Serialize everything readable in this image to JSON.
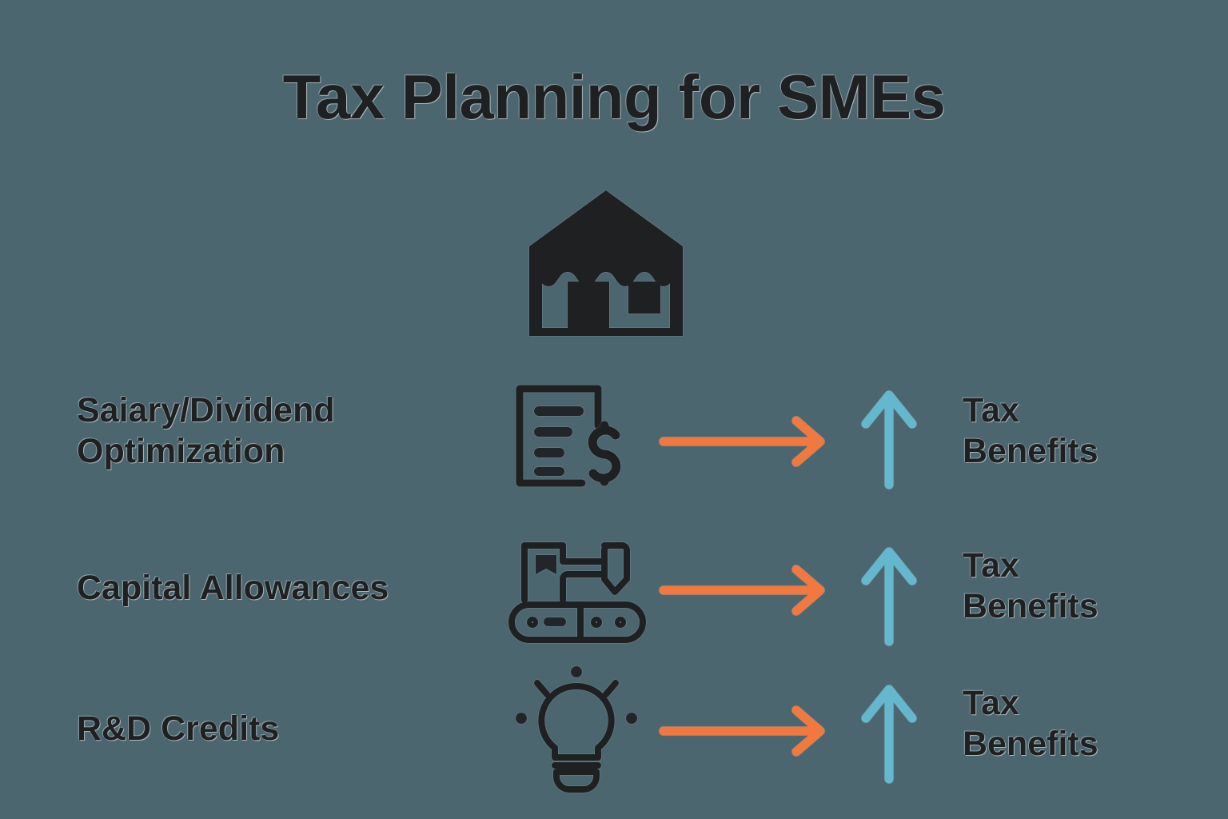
{
  "page": {
    "title": "Tax Planning for SMEs",
    "background_color": "#4c6670",
    "text_color": "#1e2022",
    "arrow_color": "#f1793f",
    "benefit_arrow_color": "#63b8ce"
  },
  "hero": {
    "icon": "storefront-icon"
  },
  "rows": [
    {
      "label": "Saiary/Dividend\nOptimization",
      "icon": "invoice-dollar-icon",
      "arrow": "right-arrow-icon",
      "benefit_icon": "up-arrow-icon",
      "benefit": "Tax\nBenefits"
    },
    {
      "label": "Capital Allowances",
      "icon": "excavator-machine-icon",
      "arrow": "right-arrow-icon",
      "benefit_icon": "up-arrow-icon",
      "benefit": "Tax\nBenefits"
    },
    {
      "label": "R&D Credits",
      "icon": "lightbulb-idea-icon",
      "arrow": "right-arrow-icon",
      "benefit_icon": "up-arrow-icon",
      "benefit": "Tax\nBenefits"
    }
  ]
}
